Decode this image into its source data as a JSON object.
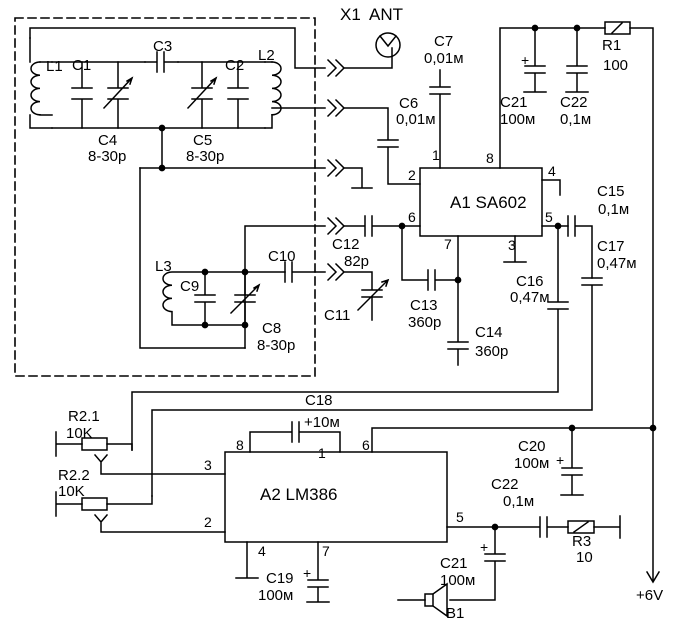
{
  "connector": {
    "ref": "X1",
    "name": "ANT"
  },
  "coils": {
    "l1": "L1",
    "l2": "L2",
    "l3": "L3"
  },
  "capacitors": {
    "c1": {
      "ref": "C1"
    },
    "c2": {
      "ref": "C2"
    },
    "c3": {
      "ref": "C3"
    },
    "c4": {
      "ref": "C4",
      "value": "8-30p"
    },
    "c5": {
      "ref": "C5",
      "value": "8-30p"
    },
    "c6": {
      "ref": "C6",
      "value": "0,01м"
    },
    "c7": {
      "ref": "C7",
      "value": "0,01м"
    },
    "c8": {
      "ref": "C8",
      "value": "8-30p"
    },
    "c9": {
      "ref": "C9"
    },
    "c10": {
      "ref": "C10"
    },
    "c11": {
      "ref": "C11"
    },
    "c12": {
      "ref": "C12",
      "value": "82p"
    },
    "c13": {
      "ref": "C13",
      "value": "360p"
    },
    "c14": {
      "ref": "C14",
      "value": "360p"
    },
    "c15": {
      "ref": "C15",
      "value": "0,1м"
    },
    "c16": {
      "ref": "C16",
      "value": "0,47м"
    },
    "c17": {
      "ref": "C17",
      "value": "0,47м"
    },
    "c18": {
      "ref": "C18",
      "value": "+10м"
    },
    "c19": {
      "ref": "C19",
      "value": "100м"
    },
    "c20": {
      "ref": "C20",
      "value": "100м"
    },
    "c21a": {
      "ref": "C21",
      "value": "100м"
    },
    "c21b": {
      "ref": "C21",
      "value": "100м"
    },
    "c22a": {
      "ref": "C22",
      "value": "0,1м"
    },
    "c22b": {
      "ref": "C22",
      "value": "0,1м"
    }
  },
  "resistors": {
    "r1": {
      "ref": "R1",
      "value": "100"
    },
    "r3": {
      "ref": "R3",
      "value": "10"
    },
    "r21": {
      "ref": "R2.1",
      "value": "10K"
    },
    "r22": {
      "ref": "R2.2",
      "value": "10K"
    }
  },
  "ics": {
    "a1": {
      "label": "A1 SA602",
      "pins": {
        "p1": "1",
        "p2": "2",
        "p3": "3",
        "p4": "4",
        "p5": "5",
        "p6": "6",
        "p7": "7",
        "p8": "8"
      }
    },
    "a2": {
      "label": "A2 LM386",
      "pins": {
        "p1": "1",
        "p2": "2",
        "p3": "3",
        "p4": "4",
        "p5": "5",
        "p6": "6",
        "p7": "7",
        "p8": "8"
      }
    }
  },
  "speaker": {
    "ref": "B1"
  },
  "supply": {
    "label": "+6V"
  }
}
